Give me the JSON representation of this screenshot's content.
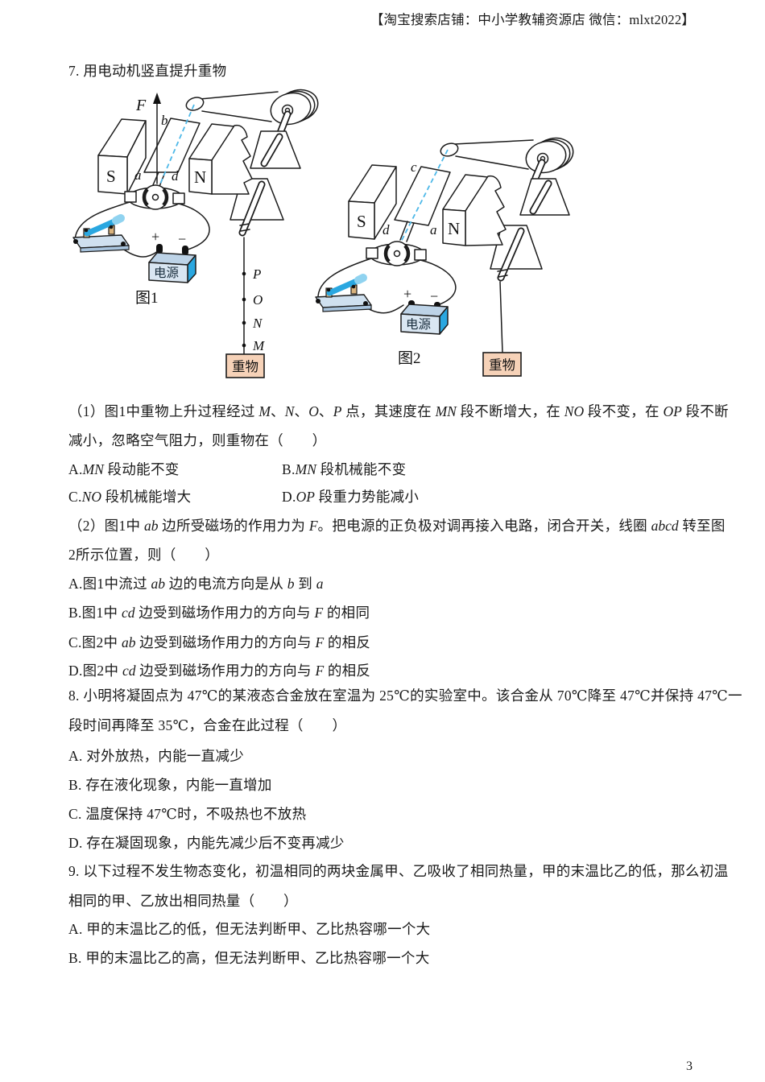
{
  "header": {
    "shop_line": "【淘宝搜索店铺：中小学教辅资源店 微信：mlxt2022】"
  },
  "footer": {
    "page_number": "3"
  },
  "colors": {
    "accent_blue": "#2aa7e0",
    "light_blue": "#cfe0ef",
    "axis_dash_blue": "#4db8e8",
    "weight_fill": "#f6d2b8",
    "ink": "#1a1a1a"
  },
  "q7": {
    "stem": [
      {
        "t": "7. 用电动机竖直提升重物"
      }
    ],
    "fig1": {
      "caption": "图1",
      "force": "F",
      "label_b": "b",
      "label_a": "a",
      "label_d": "d",
      "pole_left": "S",
      "pole_right": "N",
      "plus": "+",
      "minus": "−",
      "battery": "电源",
      "point_p": "P",
      "point_o": "O",
      "point_n": "N",
      "point_m": "M",
      "weight": "重物"
    },
    "fig2": {
      "caption": "图2",
      "label_c": "c",
      "label_d": "d",
      "label_a": "a",
      "pole_left": "S",
      "pole_right": "N",
      "plus": "+",
      "minus": "−",
      "battery": "电源",
      "weight": "重物"
    },
    "part1": {
      "line1": [
        {
          "t": "（1）图1中重物上升过程经过 "
        },
        {
          "t": "M",
          "i": 1
        },
        {
          "t": "、"
        },
        {
          "t": "N",
          "i": 1
        },
        {
          "t": "、"
        },
        {
          "t": "O",
          "i": 1
        },
        {
          "t": "、"
        },
        {
          "t": "P",
          "i": 1
        },
        {
          "t": " 点，其速度在 "
        },
        {
          "t": "MN",
          "i": 1
        },
        {
          "t": " 段不断增大，在 "
        },
        {
          "t": "NO",
          "i": 1
        },
        {
          "t": " 段不变，在 "
        },
        {
          "t": "OP",
          "i": 1
        },
        {
          "t": " 段不断"
        }
      ],
      "line2": [
        {
          "t": "减小，忽略空气阻力，则重物在（　　）"
        }
      ],
      "optA": [
        {
          "t": "A."
        },
        {
          "t": "MN",
          "i": 1
        },
        {
          "t": " 段动能不变"
        }
      ],
      "optB": [
        {
          "t": "B."
        },
        {
          "t": "MN",
          "i": 1
        },
        {
          "t": " 段机械能不变"
        }
      ],
      "optC": [
        {
          "t": "C."
        },
        {
          "t": "NO",
          "i": 1
        },
        {
          "t": " 段机械能增大"
        }
      ],
      "optD": [
        {
          "t": "D."
        },
        {
          "t": "OP",
          "i": 1
        },
        {
          "t": " 段重力势能减小"
        }
      ]
    },
    "part2": {
      "line1": [
        {
          "t": "（2）图1中 "
        },
        {
          "t": "ab",
          "i": 1
        },
        {
          "t": " 边所受磁场的作用力为 "
        },
        {
          "t": "F",
          "i": 1
        },
        {
          "t": "。把电源的正负极对调再接入电路，闭合开关，线圈 "
        },
        {
          "t": "abcd",
          "i": 1
        },
        {
          "t": " 转至图"
        }
      ],
      "line2": [
        {
          "t": "2所示位置，则（　　）"
        }
      ],
      "optA": [
        {
          "t": "A.图1中流过 "
        },
        {
          "t": "ab",
          "i": 1
        },
        {
          "t": " 边的电流方向是从 "
        },
        {
          "t": "b",
          "i": 1
        },
        {
          "t": " 到 "
        },
        {
          "t": "a",
          "i": 1
        }
      ],
      "optB": [
        {
          "t": "B.图1中 "
        },
        {
          "t": "cd",
          "i": 1
        },
        {
          "t": " 边受到磁场作用力的方向与 "
        },
        {
          "t": "F",
          "i": 1
        },
        {
          "t": " 的相同"
        }
      ],
      "optC": [
        {
          "t": "C.图2中 "
        },
        {
          "t": "ab",
          "i": 1
        },
        {
          "t": " 边受到磁场作用力的方向与 "
        },
        {
          "t": "F",
          "i": 1
        },
        {
          "t": " 的相反"
        }
      ],
      "optD": [
        {
          "t": "D.图2中 "
        },
        {
          "t": "cd",
          "i": 1
        },
        {
          "t": " 边受到磁场作用力的方向与 "
        },
        {
          "t": "F",
          "i": 1
        },
        {
          "t": " 的相反"
        }
      ]
    }
  },
  "q8": {
    "line1": [
      {
        "t": "8. 小明将凝固点为 47℃的某液态合金放在室温为 25℃的实验室中。该合金从 70℃降至 47℃并保持 47℃一"
      }
    ],
    "line2": [
      {
        "t": "段时间再降至 35℃，合金在此过程（　　）"
      }
    ],
    "optA": [
      {
        "t": "A. 对外放热，内能一直减少"
      }
    ],
    "optB": [
      {
        "t": "B. 存在液化现象，内能一直增加"
      }
    ],
    "optC": [
      {
        "t": "C. 温度保持 47℃时，不吸热也不放热"
      }
    ],
    "optD": [
      {
        "t": "D. 存在凝固现象，内能先减少后不变再减少"
      }
    ]
  },
  "q9": {
    "line1": [
      {
        "t": "9. 以下过程不发生物态变化，初温相同的两块金属甲、乙吸收了相同热量，甲的末温比乙的低，那么初温"
      }
    ],
    "line2": [
      {
        "t": "相同的甲、乙放出相同热量（　　）"
      }
    ],
    "optA": [
      {
        "t": "A. 甲的末温比乙的低，但无法判断甲、乙比热容哪一个大"
      }
    ],
    "optB": [
      {
        "t": "B. 甲的末温比乙的高，但无法判断甲、乙比热容哪一个大"
      }
    ]
  }
}
